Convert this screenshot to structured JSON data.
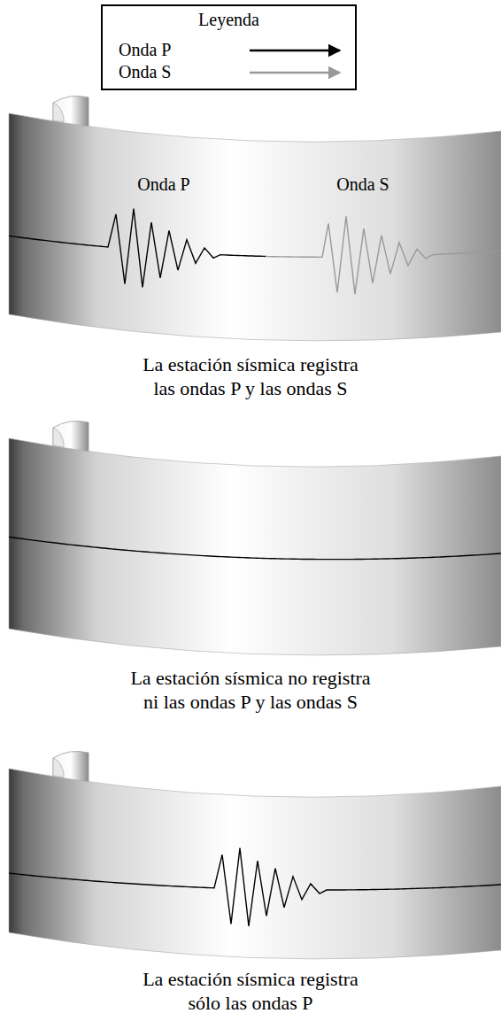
{
  "diagram": {
    "labels": [
      "Leyenda",
      "Onda P",
      "Onda S",
      "La estación sísmica registra las ondas P y las ondas S",
      "La estación sísmica no registra ni las ondas P y las ondas S",
      "La estación sísmica registra sólo las ondas P"
    ],
    "legend": [
      {
        "text": "Onda P"
      },
      {
        "text": "Onda S"
      }
    ]
  }
}
